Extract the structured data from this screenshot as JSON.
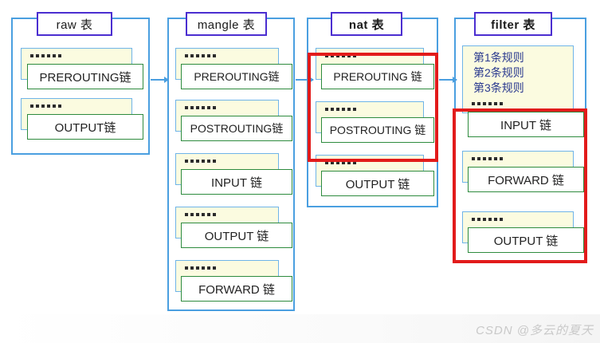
{
  "diagram": {
    "title_hidden": "",
    "accent_blue": "#4a9fe0",
    "accent_purple": "#4b2ed0",
    "accent_green": "#2e8b3e",
    "accent_red": "#e21b1b",
    "panel_yellow": "#fbfbe0",
    "rule_text_color": "#2b3a8f",
    "dots_label": "......",
    "tables": [
      {
        "id": "raw",
        "title": "raw 表",
        "chains": [
          {
            "name": "PREROUTING链",
            "dots": "......"
          },
          {
            "name": "OUTPUT链",
            "dots": "......"
          }
        ],
        "highlighted": false
      },
      {
        "id": "mangle",
        "title": "mangle 表",
        "chains": [
          {
            "name": "PREROUTING链",
            "dots": "......"
          },
          {
            "name": "POSTROUTING链",
            "dots": "......"
          },
          {
            "name": "INPUT 链",
            "dots": "......"
          },
          {
            "name": "OUTPUT 链",
            "dots": "......"
          },
          {
            "name": "FORWARD 链",
            "dots": "......"
          }
        ],
        "highlighted": false
      },
      {
        "id": "nat",
        "title": "nat 表",
        "chains": [
          {
            "name": "PREROUTING 链",
            "dots": "......"
          },
          {
            "name": "POSTROUTING 链",
            "dots": "......"
          },
          {
            "name": "OUTPUT 链",
            "dots": "......"
          }
        ],
        "highlighted": true,
        "highlight_chains": [
          "PREROUTING 链",
          "POSTROUTING 链"
        ]
      },
      {
        "id": "filter",
        "title": "filter 表",
        "rules": [
          "第1条规则",
          "第2条规则",
          "第3条规则"
        ],
        "chains": [
          {
            "name": "INPUT 链",
            "dots": "......"
          },
          {
            "name": "FORWARD 链",
            "dots": "......"
          },
          {
            "name": "OUTPUT 链",
            "dots": "......"
          }
        ],
        "highlighted": true,
        "highlight_chains": [
          "INPUT 链",
          "FORWARD 链",
          "OUTPUT 链"
        ]
      }
    ],
    "arrows": [
      {
        "from": "raw",
        "to": "mangle"
      },
      {
        "from": "mangle",
        "to": "nat"
      },
      {
        "from": "nat",
        "to": "filter"
      }
    ]
  },
  "watermark": {
    "text": "CSDN @多云的夏天"
  }
}
